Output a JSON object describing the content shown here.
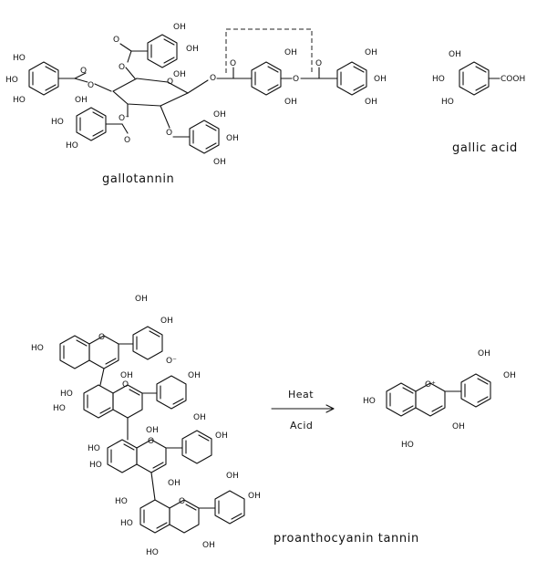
{
  "captions": {
    "gallotannin": "gallotannin",
    "gallic_acid": "gallic acid",
    "proanthocyanin": "proanthocyanin tannin"
  },
  "reaction": {
    "above_arrow": "Heat",
    "below_arrow": "Acid"
  },
  "labels": {
    "oh": "OH",
    "ho": "HO",
    "o": "O",
    "o_minus": "O⁻",
    "o_plus": "O⁺",
    "cooh": "COOH"
  }
}
